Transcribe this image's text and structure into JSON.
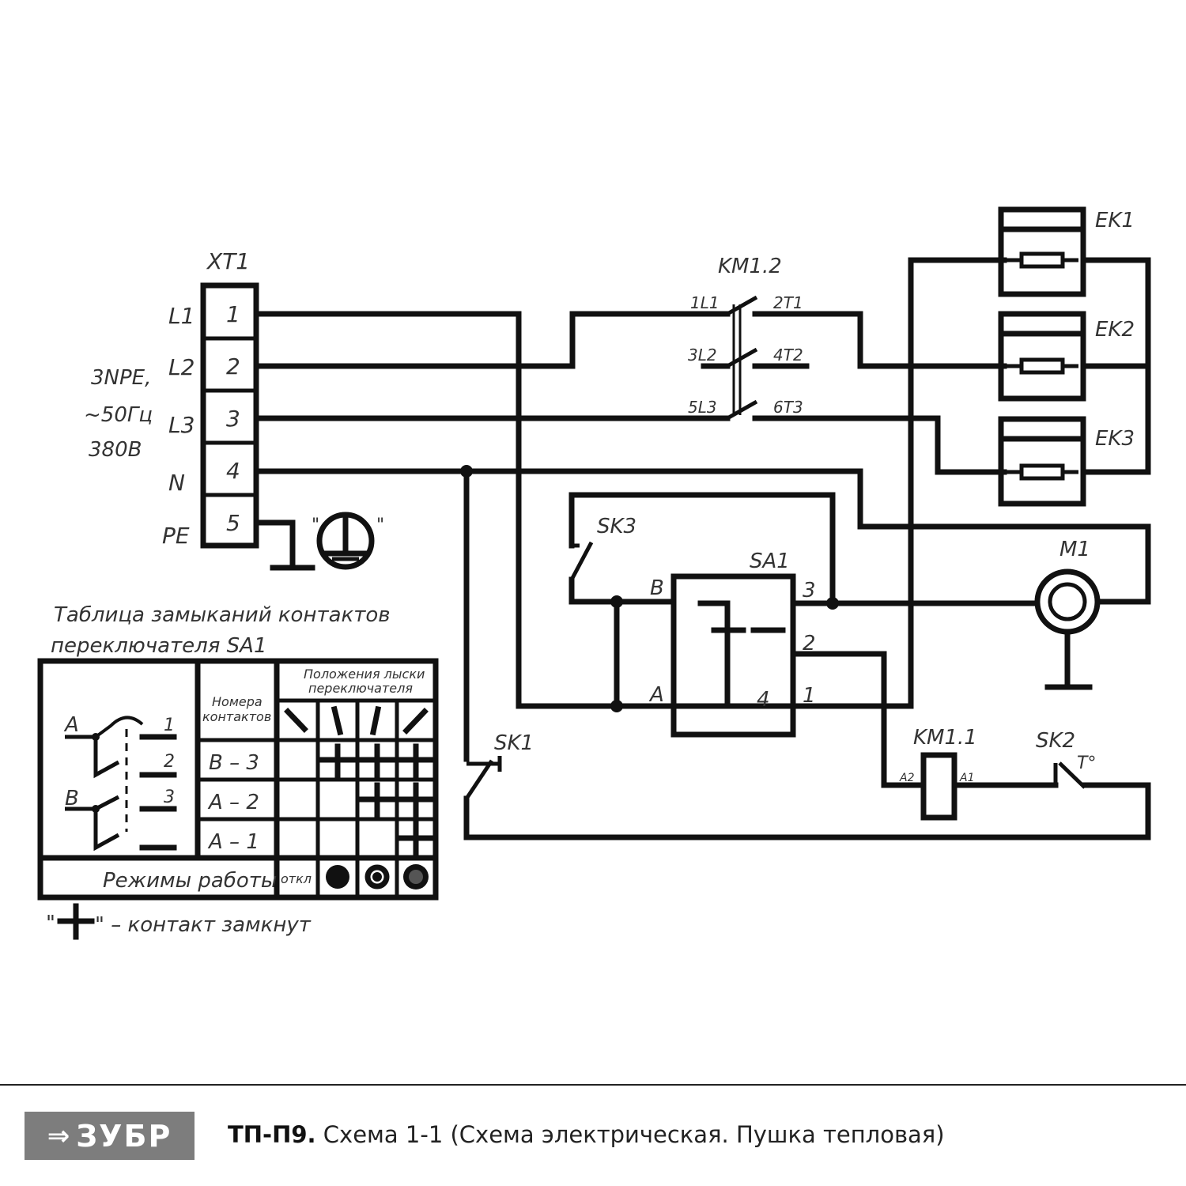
{
  "terminal": {
    "name": "XT1",
    "lines": [
      "L1",
      "L2",
      "L3",
      "N",
      "PE"
    ],
    "numbers": [
      "1",
      "2",
      "3",
      "4",
      "5"
    ]
  },
  "supply": {
    "line1": "3NPE,",
    "line2": "~50Гц",
    "line3": "380В"
  },
  "ground_quote_left": "\"",
  "ground_quote_right": "\"",
  "contactor_power": {
    "name": "KM1.2",
    "inputs": [
      "1L1",
      "3L2",
      "5L3"
    ],
    "outputs": [
      "2T1",
      "4T2",
      "6T3"
    ]
  },
  "heaters": [
    "EK1",
    "EK2",
    "EK3"
  ],
  "motor": "M1",
  "switch": {
    "name": "SA1",
    "pin_b": "B",
    "pin_a": "A",
    "pin_3": "3",
    "pin_2": "2",
    "pin_1": "1",
    "pin_4": "4"
  },
  "thermostats": {
    "sk3": "SK3",
    "sk1": "SK1",
    "sk2": "SK2",
    "sk2_temp": "T°"
  },
  "contactor_coil": {
    "name": "KM1.1",
    "a2": "A2",
    "a1": "A1"
  },
  "table": {
    "title_line1": "Таблица замыканий контактов",
    "title_line2": "переключателя SA1",
    "header_contacts_line1": "Номера",
    "header_contacts_line2": "контактов",
    "header_positions_line1": "Положения лыски",
    "header_positions_line2": "переключателя",
    "symbol_a": "A",
    "symbol_b": "B",
    "symbol_n1": "1",
    "symbol_n2": "2",
    "symbol_n3": "3",
    "rows": [
      "В – 3",
      "А – 2",
      "А – 1"
    ],
    "modes_label": "Режимы работы",
    "mode_off": "откл",
    "legend_quote_left": "\"",
    "legend_text": "\" – контакт замкнут"
  },
  "footer": {
    "logo_icon": "⇒",
    "logo_text": "ЗУБР",
    "model": "ТП-П9.",
    "description": " Схема 1-1 (Схема электрическая. Пушка тепловая)"
  }
}
